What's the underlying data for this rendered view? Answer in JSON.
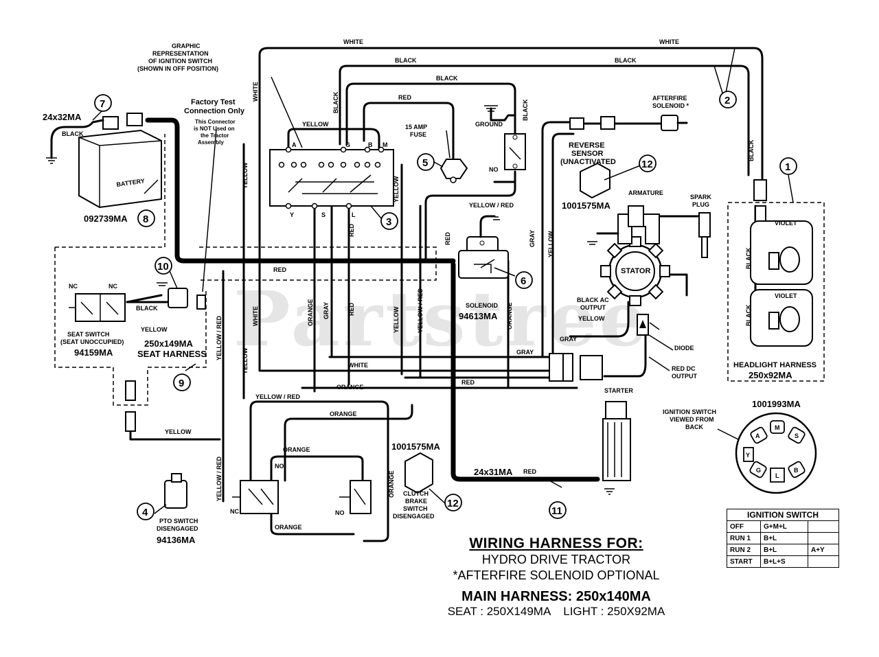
{
  "watermark": "Partstree",
  "title": {
    "main": "WIRING HARNESS FOR:",
    "sub1": "HYDRO DRIVE TRACTOR",
    "sub2": "*AFTERFIRE SOLENOID OPTIONAL",
    "harness": "MAIN HARNESS: 250x140MA",
    "seat_light": "SEAT : 250X149MA    LIGHT : 250X92MA"
  },
  "ignition_table": {
    "header": "IGNITION SWITCH",
    "rows": [
      {
        "pos": "OFF",
        "circuit": "G+M+L",
        "extra": ""
      },
      {
        "pos": "RUN 1",
        "circuit": "B+L",
        "extra": ""
      },
      {
        "pos": "RUN 2",
        "circuit": "B+L",
        "extra": "A+Y"
      },
      {
        "pos": "START",
        "circuit": "B+L+S",
        "extra": ""
      }
    ]
  },
  "notes": {
    "graphic_rep": [
      "GRAPHIC",
      "REPRESENTATION",
      "OF IGNITION SWITCH",
      "(SHOWN IN OFF POSITION)"
    ],
    "factory_test": [
      "Factory Test",
      "Connection Only"
    ],
    "factory_note": [
      "This Connector",
      "is NOT Used on",
      "the Tractor",
      "Assembly"
    ],
    "ign_view": [
      "IGNITION SWITCH",
      "VIEWED FROM",
      "BACK"
    ]
  },
  "parts": {
    "p1": {
      "num": "1",
      "label": "HEADLIGHT HARNESS",
      "code": "250x92MA"
    },
    "p2": {
      "num": "2"
    },
    "p3": {
      "num": "3"
    },
    "p4": {
      "num": "4",
      "label1": "PTO SWITCH",
      "label2": "DISENGAGED",
      "code": "94136MA"
    },
    "p5": {
      "num": "5",
      "label1": "15 AMP",
      "label2": "FUSE"
    },
    "p6": {
      "num": "6",
      "label": "SOLENOID",
      "code": "94613MA"
    },
    "p7": {
      "num": "7",
      "code": "24x32MA"
    },
    "p8": {
      "num": "8",
      "code": "092739MA",
      "battery": "BATTERY"
    },
    "p9": {
      "num": "9",
      "code": "250x149MA",
      "label": "SEAT HARNESS"
    },
    "p10": {
      "num": "10"
    },
    "p11": {
      "num": "11",
      "code": "24x31MA"
    },
    "p12a": {
      "num": "12",
      "code": "1001575MA",
      "label1": "REVERSE",
      "label2": "SENSOR",
      "label3": "(UNACTIVATED"
    },
    "p12b": {
      "num": "12",
      "code": "1001575MA",
      "label1": "CLUTCH",
      "label2": "BRAKE",
      "label3": "SWITCH",
      "label4": "DISENGAGED"
    },
    "seat_switch": {
      "label1": "SEAT SWITCH",
      "label2": "(SEAT UNOCCUPIED)",
      "code": "94159MA"
    },
    "ign_switch_code": "1001993MA"
  },
  "terminals": {
    "switch": [
      "A",
      "G",
      "B",
      "M",
      "Y",
      "S",
      "L"
    ],
    "back": [
      "A",
      "M",
      "S",
      "Y",
      "G",
      "L",
      "B"
    ]
  },
  "labels": {
    "white": "WHITE",
    "black": "BLACK",
    "red": "RED",
    "yellow": "YELLOW",
    "yellow_red": "YELLOW / RED",
    "orange": "ORANGE",
    "gray": "GRAY",
    "violet": "VIOLET",
    "ground": "GROUND",
    "no": "NO",
    "nc": "NC",
    "afterfire": [
      "AFTERFIRE",
      "SOLENOID  *"
    ],
    "armature": "ARMATURE",
    "spark_plug": [
      "SPARK",
      "PLUG"
    ],
    "stator": "STATOR",
    "black_ac": [
      "BLACK AC",
      "OUTPUT"
    ],
    "diode": "DIODE",
    "red_dc": [
      "RED DC",
      "OUTPUT"
    ],
    "starter": "STARTER"
  }
}
